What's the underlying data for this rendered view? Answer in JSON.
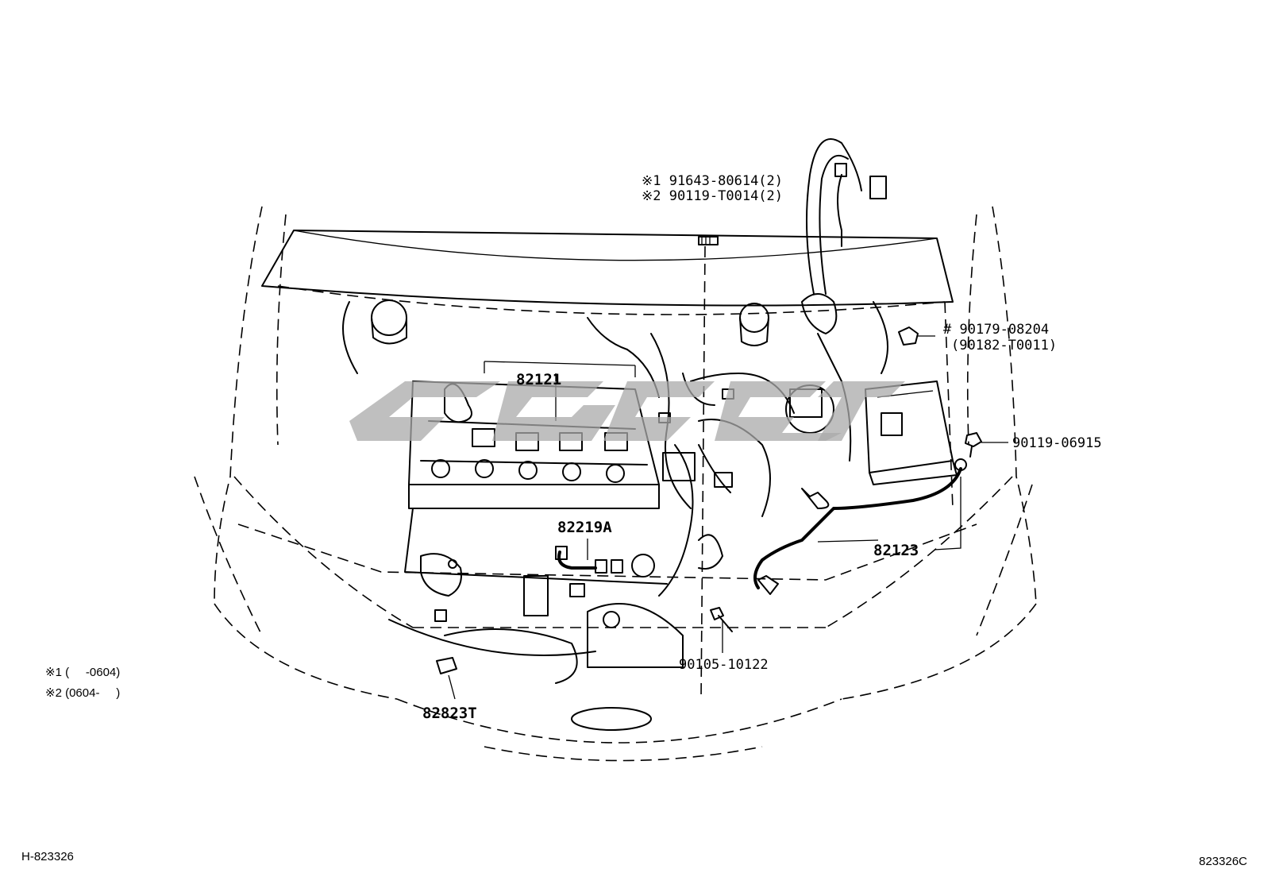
{
  "callouts": {
    "bolt_top_1": "※1  91643-80614(2)",
    "bolt_top_2": "※2  90119-T0014(2)",
    "nut_right_1": "#  90179-08204",
    "nut_right_2": "(90182-T0011)",
    "bolt_battery": "90119-06915",
    "harness_main": "82121",
    "harness_engine": "82219A",
    "battery_cable": "82123",
    "bolt_lower": "90105-10122",
    "connector_lower": "82823T"
  },
  "legend": {
    "note_1": "※1 (     -0604)",
    "note_2": "※2 (0604-     )"
  },
  "footer": {
    "left_code": "H-823326",
    "right_code": "823326C"
  }
}
